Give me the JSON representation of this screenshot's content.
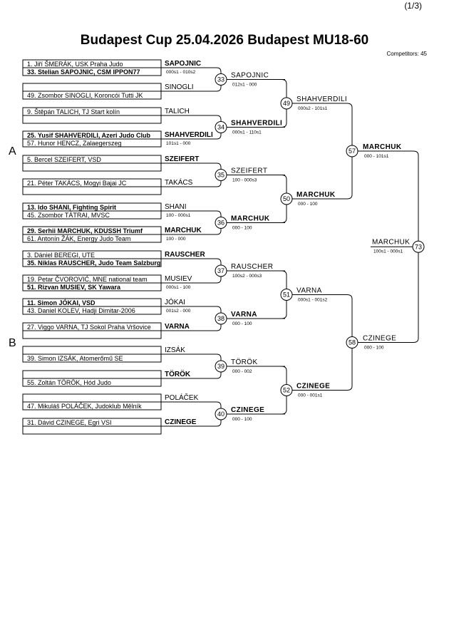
{
  "header": {
    "page": "(1/3)",
    "title": "Budapest Cup  25.04.2026  Budapest   MU18-60",
    "competitors": "Competitors: 45"
  },
  "pools": {
    "a": "A",
    "b": "B"
  },
  "entries": [
    {
      "text": "1. Jiří ŠMERÁK, USK Praha Judo",
      "bold": false
    },
    {
      "text": "33. Stelian SAPOJNIC, CSM IPPON77",
      "bold": true
    },
    {
      "text": "",
      "bold": false
    },
    {
      "text": "49. Zsombor SINOGLI, Koroncói Tutti JK",
      "bold": false
    },
    {
      "text": "9. Štěpán TALICH, TJ Start kolín",
      "bold": false
    },
    {
      "text": "",
      "bold": false
    },
    {
      "text": "25. Yusif SHAHVERDILI, Azeri Judo Club",
      "bold": true
    },
    {
      "text": "57. Hunor HENCZ, Zalaegerszeg",
      "bold": false
    },
    {
      "text": "5. Bercel SZEIFERT, VSD",
      "bold": false
    },
    {
      "text": "",
      "bold": false
    },
    {
      "text": "21. Péter TAKÁCS, Mogyi Bajai JC",
      "bold": false
    },
    {
      "text": "",
      "bold": false
    },
    {
      "text": "13. Ido SHANI, Fighting Spirit",
      "bold": true
    },
    {
      "text": "45. Zsombor TÁTRAI, MVSC",
      "bold": false
    },
    {
      "text": "29. Serhii MARCHUK, KDUSSH Triumf",
      "bold": true
    },
    {
      "text": "61. Antonín ŽÁK, Energy Judo Team",
      "bold": false
    },
    {
      "text": "3. Dániel BEREGI, UTE",
      "bold": false
    },
    {
      "text": "35. Niklas RAUSCHER, Judo Team Salzburg",
      "bold": true
    },
    {
      "text": "19. Petar ČVOROVIĆ, MNE national team",
      "bold": false
    },
    {
      "text": "51. Rizvan MUSIEV, SK Yawara",
      "bold": true
    },
    {
      "text": "11. Simon JÓKAI, VSD",
      "bold": true
    },
    {
      "text": "43. Daniel KOLEV, Hadji Dimitar-2006",
      "bold": false
    },
    {
      "text": "27. Viggo VARNA, TJ Sokol Praha Vršovice",
      "bold": false
    },
    {
      "text": "",
      "bold": false
    },
    {
      "text": "",
      "bold": false
    },
    {
      "text": "39. Simon IZSÁK, Atomerőmű SE",
      "bold": false
    },
    {
      "text": "",
      "bold": false
    },
    {
      "text": "55. Zoltán TÖRÖK, Hód Judo",
      "bold": false
    },
    {
      "text": "",
      "bold": false
    },
    {
      "text": "47. Mikuláš POLÁČEK, Judoklub Mělník",
      "bold": false
    },
    {
      "text": "31. Dávid CZINEGE, Egri VSI",
      "bold": false
    },
    {
      "text": "",
      "bold": false
    }
  ],
  "round1": [
    {
      "winner": "SAPOJNIC",
      "bold": true,
      "score": "000s1 - 010s2"
    },
    {
      "winner": "SINOGLI",
      "bold": false,
      "score": ""
    },
    {
      "winner": "TALICH",
      "bold": false,
      "score": ""
    },
    {
      "winner": "SHAHVERDILI",
      "bold": true,
      "score": "101s1 - 000"
    },
    {
      "winner": "SZEIFERT",
      "bold": true,
      "score": ""
    },
    {
      "winner": "TAKÁCS",
      "bold": false,
      "score": ""
    },
    {
      "winner": "SHANI",
      "bold": false,
      "score": "100 - 000s1"
    },
    {
      "winner": "MARCHUK",
      "bold": true,
      "score": "100 - 000"
    },
    {
      "winner": "RAUSCHER",
      "bold": true,
      "score": ""
    },
    {
      "winner": "MUSIEV",
      "bold": false,
      "score": "000s1 - 100"
    },
    {
      "winner": "JÓKAI",
      "bold": false,
      "score": "001s2 - 000"
    },
    {
      "winner": "VARNA",
      "bold": true,
      "score": ""
    },
    {
      "winner": "IZSÁK",
      "bold": false,
      "score": ""
    },
    {
      "winner": "TÖRÖK",
      "bold": true,
      "score": ""
    },
    {
      "winner": "POLÁČEK",
      "bold": false,
      "score": ""
    },
    {
      "winner": "CZINEGE",
      "bold": true,
      "score": ""
    }
  ],
  "round2": [
    {
      "num": "33",
      "winner": "SAPOJNIC",
      "bold": false,
      "score": "012s1 - 000"
    },
    {
      "num": "34",
      "winner": "SHAHVERDILI",
      "bold": true,
      "score": "000s1 - 110s1"
    },
    {
      "num": "35",
      "winner": "SZEIFERT",
      "bold": false,
      "score": "100 - 000s3"
    },
    {
      "num": "36",
      "winner": "MARCHUK",
      "bold": true,
      "score": "000 - 100"
    },
    {
      "num": "37",
      "winner": "RAUSCHER",
      "bold": false,
      "score": "100s2 - 000s3"
    },
    {
      "num": "38",
      "winner": "VARNA",
      "bold": true,
      "score": "000 - 100"
    },
    {
      "num": "39",
      "winner": "TÖRÖK",
      "bold": false,
      "score": "000 - 002"
    },
    {
      "num": "40",
      "winner": "CZINEGE",
      "bold": true,
      "score": "000 - 100"
    }
  ],
  "round3": [
    {
      "num": "49",
      "winner": "SHAHVERDILI",
      "bold": false,
      "score": "000s2 - 101s1"
    },
    {
      "num": "50",
      "winner": "MARCHUK",
      "bold": true,
      "score": "000 - 100"
    },
    {
      "num": "51",
      "winner": "VARNA",
      "bold": false,
      "score": "000s1 - 001s2"
    },
    {
      "num": "52",
      "winner": "CZINEGE",
      "bold": true,
      "score": "000 - 001s1"
    }
  ],
  "round4": [
    {
      "num": "57",
      "winner": "MARCHUK",
      "bold": true,
      "score": "000 - 101s1"
    },
    {
      "num": "58",
      "winner": "CZINEGE",
      "bold": false,
      "score": "000 - 100"
    }
  ],
  "final": {
    "num": "73",
    "winner": "MARCHUK",
    "bold": false,
    "score": "100s1 - 000s1"
  }
}
